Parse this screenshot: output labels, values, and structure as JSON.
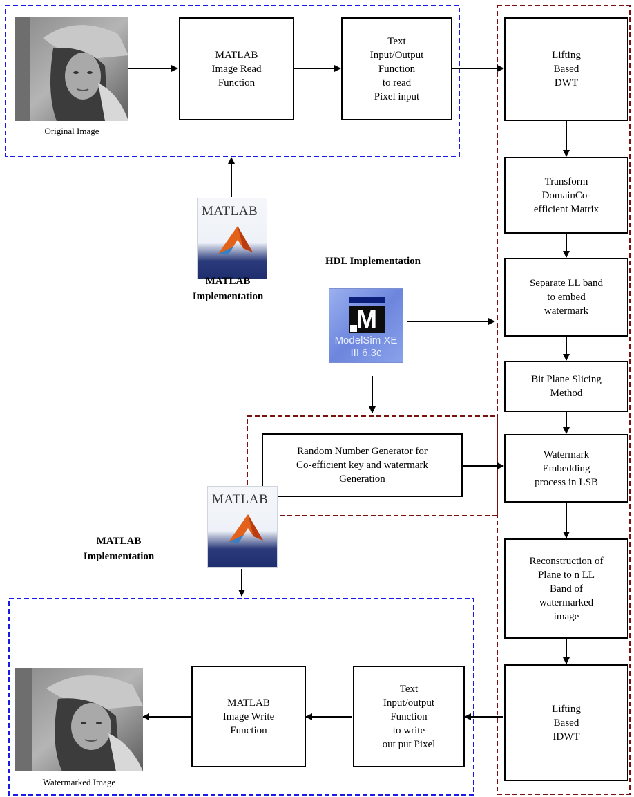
{
  "original_caption": "Original Image",
  "watermarked_caption": "Watermarked Image",
  "matlab_impl_label_top": "MATLAB\nImplementation",
  "matlab_impl_label_bottom": "MATLAB\nImplementation",
  "hdl_impl_label": "HDL Implementation",
  "matlab_logo_text": "MATLAB",
  "modelsim_icon_text_1": "ModelSim XE",
  "modelsim_icon_text_2": "III 6.3c",
  "boxes": {
    "image_read": "MATLAB\nImage Read\nFunction",
    "text_io_read": "Text\nInput/Output\nFunction\nto  read\nPixel input",
    "lifting_dwt": "Lifting\nBased\nDWT",
    "transform_matrix": "Transform\nDomainCo-\nefficient Matrix",
    "separate_ll": "Separate LL band\nto embed\nwatermark",
    "bit_plane": "Bit Plane Slicing\nMethod",
    "random_gen": "Random Number Generator for\nCo-efficient key and watermark\nGeneration",
    "embedding": "Watermark\nEmbedding\nprocess in LSB",
    "reconstruction": "Reconstruction of\nPlane to n LL\nBand of\nwatermarked\nimage",
    "lifting_idwt": "Lifting\nBased\nIDWT",
    "text_io_write": "Text\nInput/output\nFunction\nto write\nout put Pixel",
    "image_write": "MATLAB\nImage Write\nFunction"
  },
  "colors": {
    "matlab_group_border": "#1a1ae6",
    "hdl_group_border": "#7a1010",
    "arrow": "#000000"
  }
}
